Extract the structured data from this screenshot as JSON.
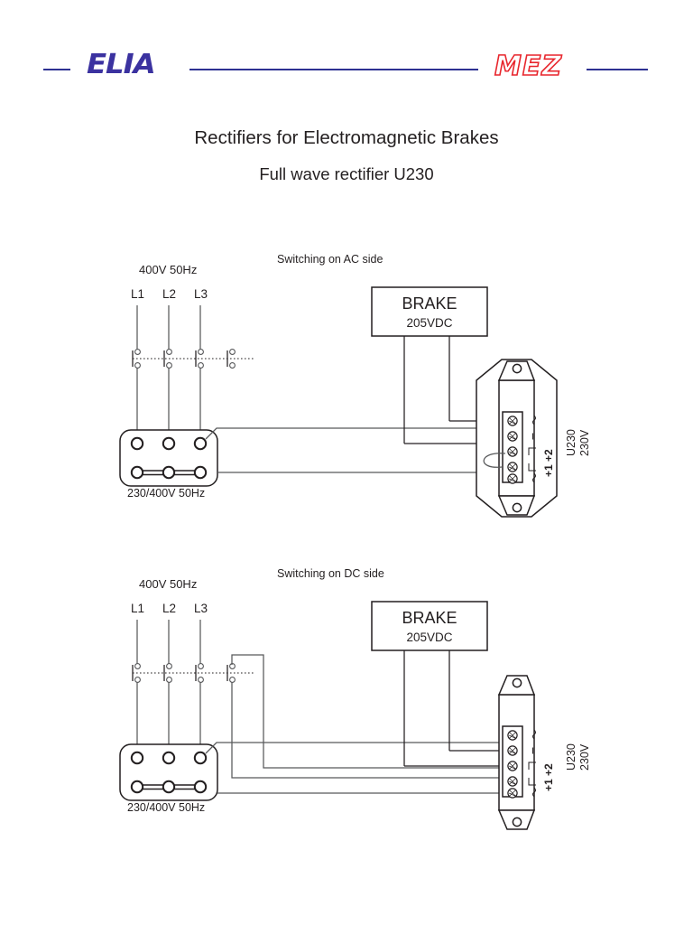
{
  "header": {
    "logo_left": "ELIA",
    "logo_right": "MEZ",
    "rule_color": "#2e3192",
    "logo_left_color": "#3b32a0",
    "logo_right_color": "#e8262d"
  },
  "title": {
    "main": "Rectifiers for Electromagnetic Brakes",
    "sub": "Full wave rectifier U230"
  },
  "diagrams": [
    {
      "mode_label": "Switching on AC side",
      "supply_label": "400V 50Hz",
      "phases": [
        "L1",
        "L2",
        "L3"
      ],
      "transformer_label": "230/400V 50Hz",
      "brake": {
        "title": "BRAKE",
        "voltage": "205VDC"
      },
      "rectifier": {
        "model": "U230",
        "voltage": "230V",
        "terminal_marks": [
          "~",
          "–",
          "┐",
          "└",
          "~"
        ],
        "plus_label": "+1 +2",
        "jumper": "terminals 3-4 linked"
      },
      "switch_poles": 4
    },
    {
      "mode_label": "Switching on DC side",
      "supply_label": "400V 50Hz",
      "phases": [
        "L1",
        "L2",
        "L3"
      ],
      "transformer_label": "230/400V 50Hz",
      "brake": {
        "title": "BRAKE",
        "voltage": "205VDC"
      },
      "rectifier": {
        "model": "U230",
        "voltage": "230V",
        "terminal_marks": [
          "~",
          "–",
          "┐",
          "└",
          "~"
        ],
        "plus_label": "+1 +2",
        "jumper": "none"
      },
      "switch_poles": 4
    }
  ]
}
